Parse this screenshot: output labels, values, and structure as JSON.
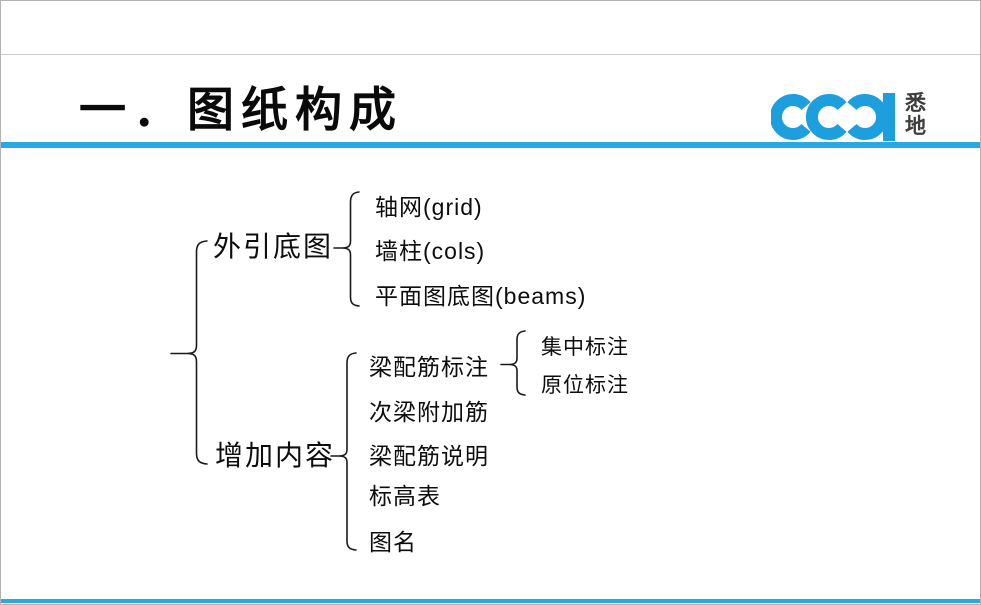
{
  "page": {
    "accent_color": "#29a9e1",
    "border_color": "#b3b3b3",
    "background": "#ffffff"
  },
  "header": {
    "title": "一．图纸构成"
  },
  "logo": {
    "name": "CCDI",
    "cn_chars": [
      "悉",
      "地"
    ],
    "blue": "#1e9fdd",
    "cn_color": "#3d3d3d"
  },
  "tree": {
    "groups": [
      {
        "label": "外引底图",
        "children": [
          {
            "label": "轴网(grid)"
          },
          {
            "label": "墙柱(cols)"
          },
          {
            "label": "平面图底图(beams)"
          }
        ]
      },
      {
        "label": "增加内容",
        "children": [
          {
            "label": "梁配筋标注",
            "children": [
              {
                "label": "集中标注"
              },
              {
                "label": "原位标注"
              }
            ]
          },
          {
            "label": "次梁附加筋"
          },
          {
            "label": "梁配筋说明"
          },
          {
            "label": "标高表"
          },
          {
            "label": "图名"
          }
        ]
      }
    ]
  }
}
